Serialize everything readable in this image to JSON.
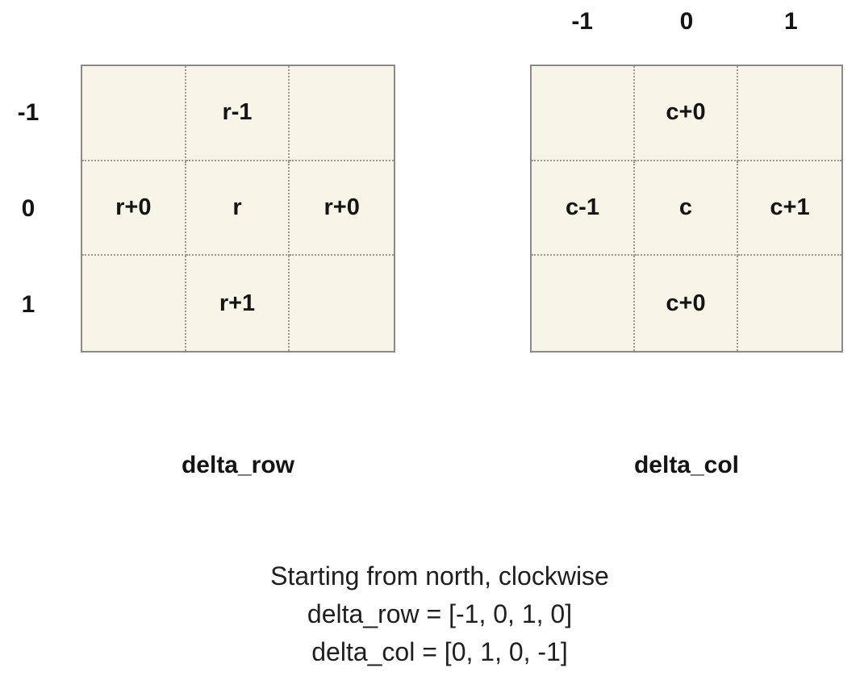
{
  "colors": {
    "page_bg": "#ffffff",
    "cell_bg": "#f8f5e8",
    "grid_border": "#8a8a8a",
    "dotted_line": "#9a9a90",
    "text": "#141414"
  },
  "left_grid": {
    "title": "delta_row",
    "row_labels": [
      "-1",
      "0",
      "1"
    ],
    "cells": [
      [
        "",
        "r-1",
        ""
      ],
      [
        "r+0",
        "r",
        "r+0"
      ],
      [
        "",
        "r+1",
        ""
      ]
    ]
  },
  "right_grid": {
    "title": "delta_col",
    "col_labels": [
      "-1",
      "0",
      "1"
    ],
    "cells": [
      [
        "",
        "c+0",
        ""
      ],
      [
        "c-1",
        "c",
        "c+1"
      ],
      [
        "",
        "c+0",
        ""
      ]
    ]
  },
  "caption": {
    "line1": "Starting from north, clockwise",
    "line2": "delta_row = [-1, 0, 1, 0]",
    "line3": "delta_col = [0, 1, 0, -1]"
  }
}
